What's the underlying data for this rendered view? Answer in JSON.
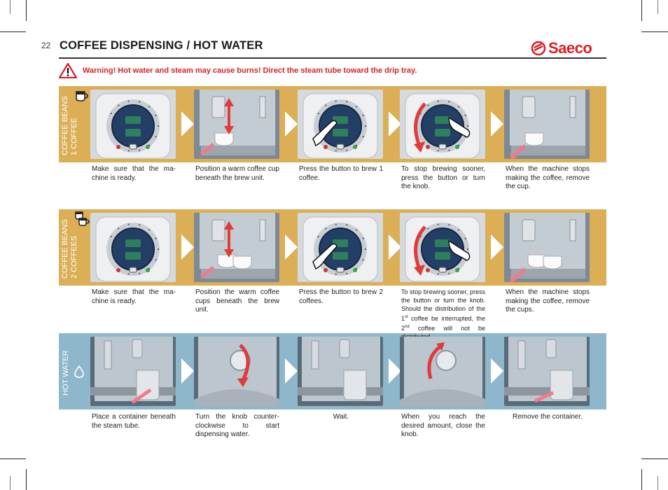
{
  "page": {
    "number": "22",
    "title": "COFFEE DISPENSING / HOT WATER",
    "brand": "Saeco"
  },
  "warning": {
    "icon": "warning-triangle-icon",
    "text": "Warning! Hot water and steam may cause burns! Direct the steam tube toward the drip tray."
  },
  "colors": {
    "accent": "#d81f26",
    "beans_band": "#dcae55",
    "water_band": "#8fb7cb"
  },
  "sections": [
    {
      "label_line1": "COFFEE BEANS",
      "label_line2": "1 COFFEE",
      "icon": "single-cup-icon",
      "steps": [
        {
          "image": "control-panel",
          "caption": "Make sure that the ma-chine is ready."
        },
        {
          "image": "cup-under-brew-unit",
          "caption": "Position a warm coffee cup beneath the brew unit."
        },
        {
          "image": "press-button",
          "caption": "Press the button to brew 1 coffee."
        },
        {
          "image": "turn-knob",
          "caption": "To stop brewing sooner, press the button or turn the knob."
        },
        {
          "image": "remove-cup",
          "caption": "When the machine stops making the coffee, remove the cup."
        }
      ]
    },
    {
      "label_line1": "COFFEE BEANS",
      "label_line2": "2 COFFEES",
      "icon": "two-cups-icon",
      "steps": [
        {
          "image": "control-panel",
          "caption": "Make sure that the ma-chine is ready."
        },
        {
          "image": "two-cups-under-brew-unit",
          "caption": "Position the warm coffee cups beneath the brew unit."
        },
        {
          "image": "press-button",
          "caption": "Press the button to brew 2 coffees."
        },
        {
          "image": "turn-knob",
          "caption_a": "To stop brewing sooner, press the button or turn the knob. Should the distribution of the 1",
          "sup_a": "st",
          "caption_b": " coffee be interrupted, the 2",
          "sup_b": "nd",
          "caption_c": " coffee will not be distributed."
        },
        {
          "image": "remove-cups",
          "caption": "When the machine stops making the coffee, remove the cups."
        }
      ]
    },
    {
      "label_line1": "HOT WATER",
      "label_line2": "",
      "icon": "water-drop-icon",
      "steps": [
        {
          "image": "container-under-steam-tube",
          "caption": "Place a container beneath the steam tube."
        },
        {
          "image": "knob-counterclockwise",
          "caption": "Turn the knob counter-clockwise to start dispensing water."
        },
        {
          "image": "wait",
          "caption": "Wait."
        },
        {
          "image": "knob-clockwise",
          "caption": "When you reach the desired amount, close the knob."
        },
        {
          "image": "remove-container",
          "caption": "Remove the container."
        }
      ]
    }
  ]
}
